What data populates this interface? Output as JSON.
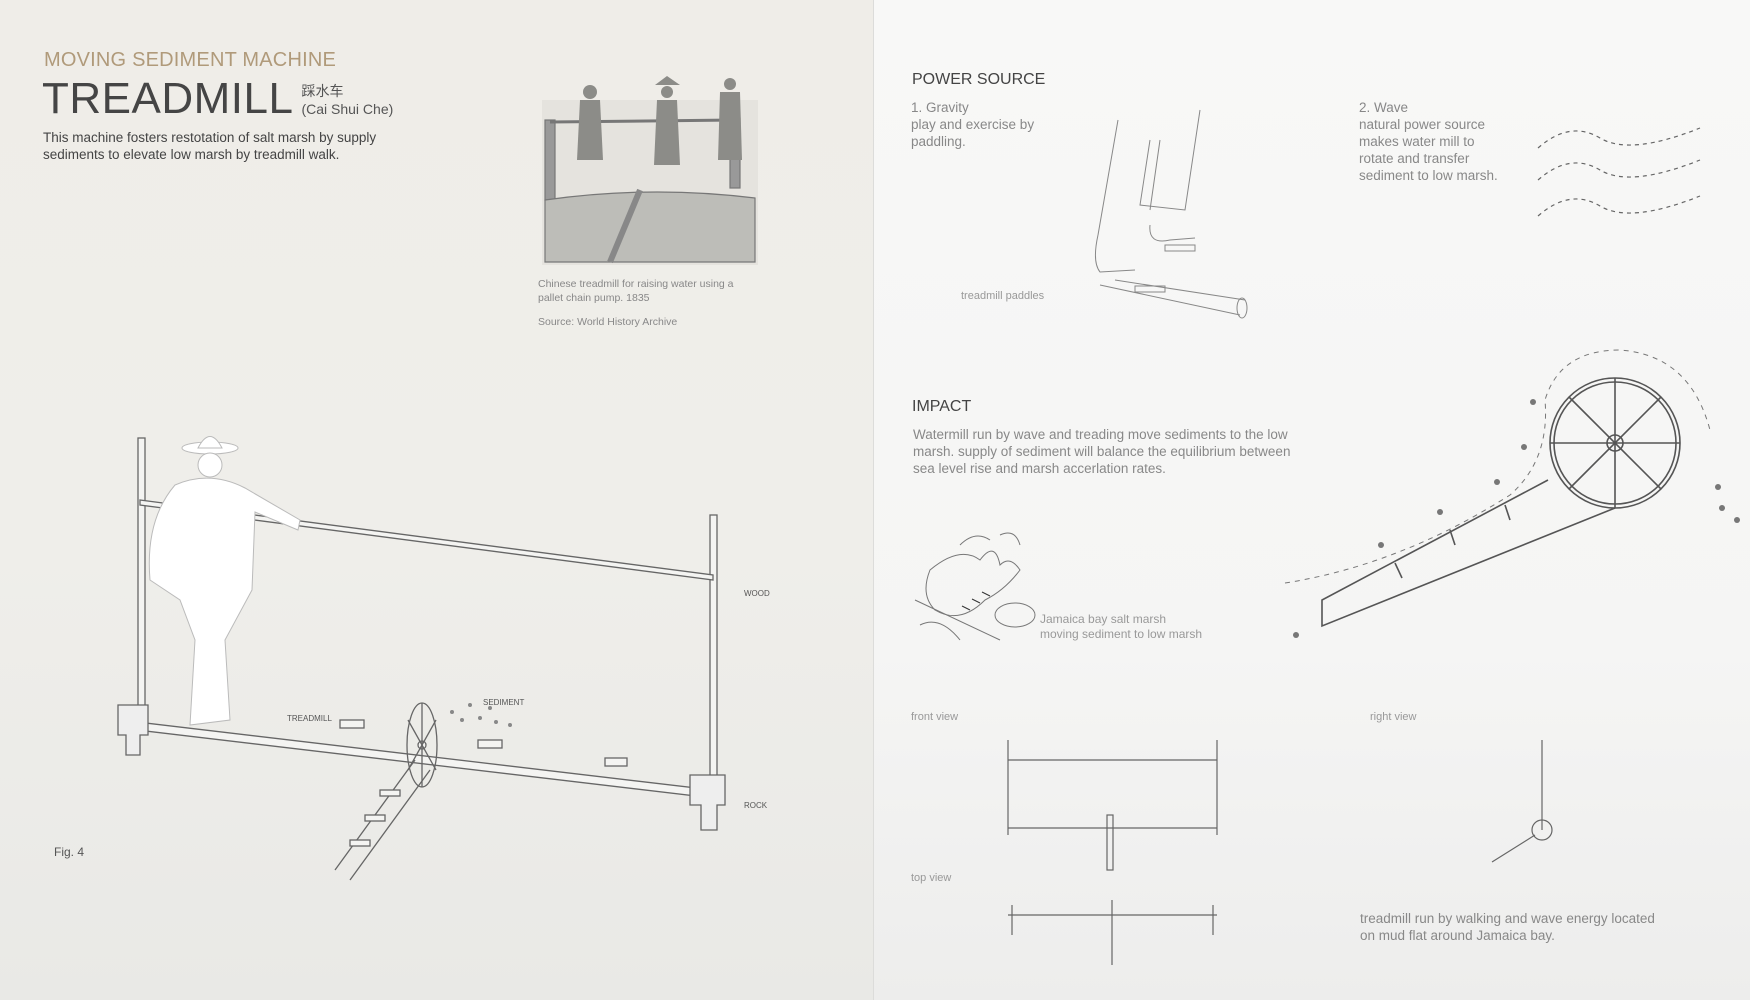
{
  "left": {
    "subtitle": "MOVING SEDIMENT MACHINE",
    "title": "TREADMILL",
    "chinese_name": "踩水车",
    "romanized_name": "(Cai Shui Che)",
    "description_line1": "This machine fosters restotation of salt marsh by supply",
    "description_line2": "sediments to elevate low marsh by treadmill walk.",
    "engraving_caption_line1": "Chinese treadmill for raising water using a",
    "engraving_caption_line2": "pallet chain pump. 1835",
    "engraving_source": "Source: World History Archive",
    "labels": {
      "wood": "WOOD",
      "rock": "ROCK",
      "treadmill": "TREADMILL",
      "sediment": "SEDIMENT"
    },
    "figure_label": "Fig. 4"
  },
  "right": {
    "power_source": {
      "heading": "POWER SOURCE",
      "gravity_title": "1. Gravity",
      "gravity_line1": "play and exercise by",
      "gravity_line2": "paddling.",
      "paddles_label": "treadmill paddles",
      "wave_title": "2. Wave",
      "wave_lines": [
        "natural power source",
        "makes water mill to",
        "rotate and transfer",
        "sediment to low marsh."
      ]
    },
    "impact": {
      "heading": "IMPACT",
      "lines": [
        "Watermill run by wave and treading move sediments to the low",
        "marsh. supply of sediment will balance the equilibrium between",
        "sea level rise and marsh accerlation rates."
      ],
      "map_caption_line1": "Jamaica bay salt marsh",
      "map_caption_line2": "moving sediment to low marsh"
    },
    "views": {
      "front": "front view",
      "right": "right view",
      "top": "top view"
    },
    "footer_line1": "treadmill run by walking and wave energy located",
    "footer_line2": "on mud flat around Jamaica bay."
  },
  "colors": {
    "accent": "#b09a7a",
    "title": "#454545",
    "text": "#666666",
    "line": "#555555"
  }
}
